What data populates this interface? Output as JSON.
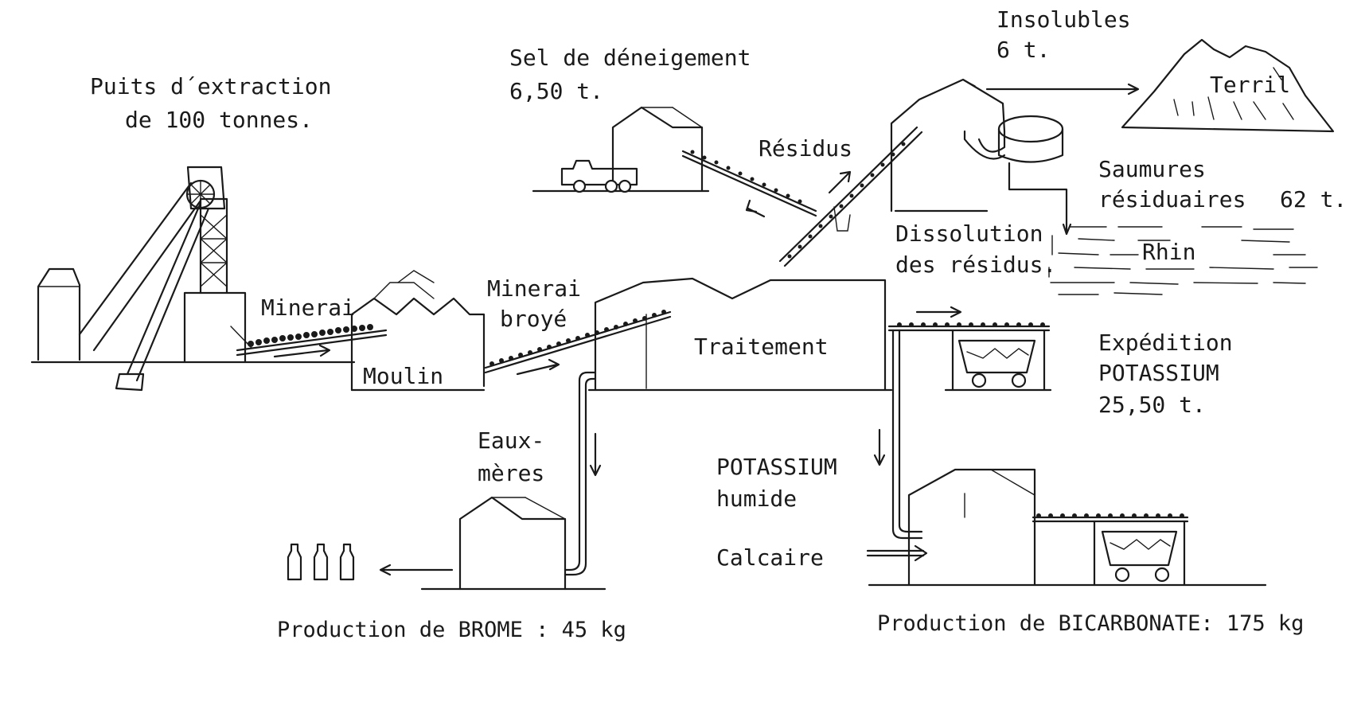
{
  "diagram": {
    "labels": {
      "puits_line1": "Puits d´extraction",
      "puits_line2": "de 100 tonnes.",
      "minerai": "Minerai",
      "moulin": "Moulin",
      "minerai_broye_line1": "Minerai",
      "minerai_broye_line2": "broyé",
      "traitement": "Traitement",
      "sel_line1": "Sel de déneigement",
      "sel_line2": "6,50 t.",
      "residus": "Résidus",
      "insolubles_line1": "Insolubles",
      "insolubles_line2": "6 t.",
      "terril": "Terril",
      "saumures_line1": "Saumures",
      "saumures_line2": "résiduaires",
      "saumures_qty": "62 t.",
      "dissolution_line1": "Dissolution",
      "dissolution_line2": "des résidus.",
      "rhin": "Rhin",
      "expedition_line1": "Expédition",
      "expedition_line2": "POTASSIUM",
      "expedition_line3": "25,50 t.",
      "eaux_line1": "Eaux-",
      "eaux_line2": "mères",
      "potassium_humide_line1": "POTASSIUM",
      "potassium_humide_line2": "humide",
      "calcaire": "Calcaire",
      "production_brome": "Production de BROME : 45 kg",
      "production_bicarbonate": "Production de BICARBONATE: 175 kg"
    }
  }
}
